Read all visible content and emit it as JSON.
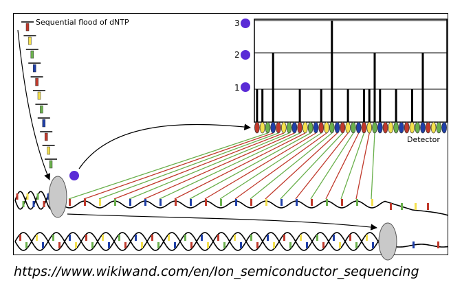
{
  "labels": {
    "flood": "Sequential flood of dNTP",
    "detector": "Detector",
    "caption": "https://www.wikiwand.com/en/Ion_semiconductor_sequencing"
  },
  "signal_levels": [
    "3",
    "2",
    "1"
  ],
  "flow_order": [
    "red",
    "yellow",
    "green",
    "blue",
    "red",
    "yellow",
    "green",
    "blue",
    "red",
    "yellow",
    "green",
    "blue",
    "red",
    "yellow",
    "green",
    "blue",
    "red",
    "yellow",
    "green",
    "blue",
    "red",
    "yellow",
    "green",
    "blue",
    "red",
    "yellow",
    "green",
    "blue",
    "red",
    "yellow",
    "green",
    "blue",
    "red",
    "yellow",
    "green",
    "blue"
  ],
  "signal_heights": [
    1,
    1,
    0,
    2,
    0,
    0,
    0,
    0,
    1,
    0,
    0,
    0,
    1,
    0,
    3,
    0,
    0,
    1,
    0,
    0,
    1,
    1,
    2,
    1,
    0,
    0,
    1,
    0,
    0,
    1,
    0,
    2,
    0,
    0,
    0,
    0
  ],
  "colors": {
    "red": "#c0392b",
    "yellow": "#f4e04d",
    "green": "#6ab04c",
    "blue": "#1f3fa8",
    "bead": "#5a2bd6",
    "polymerase": "#c9c9c9"
  }
}
